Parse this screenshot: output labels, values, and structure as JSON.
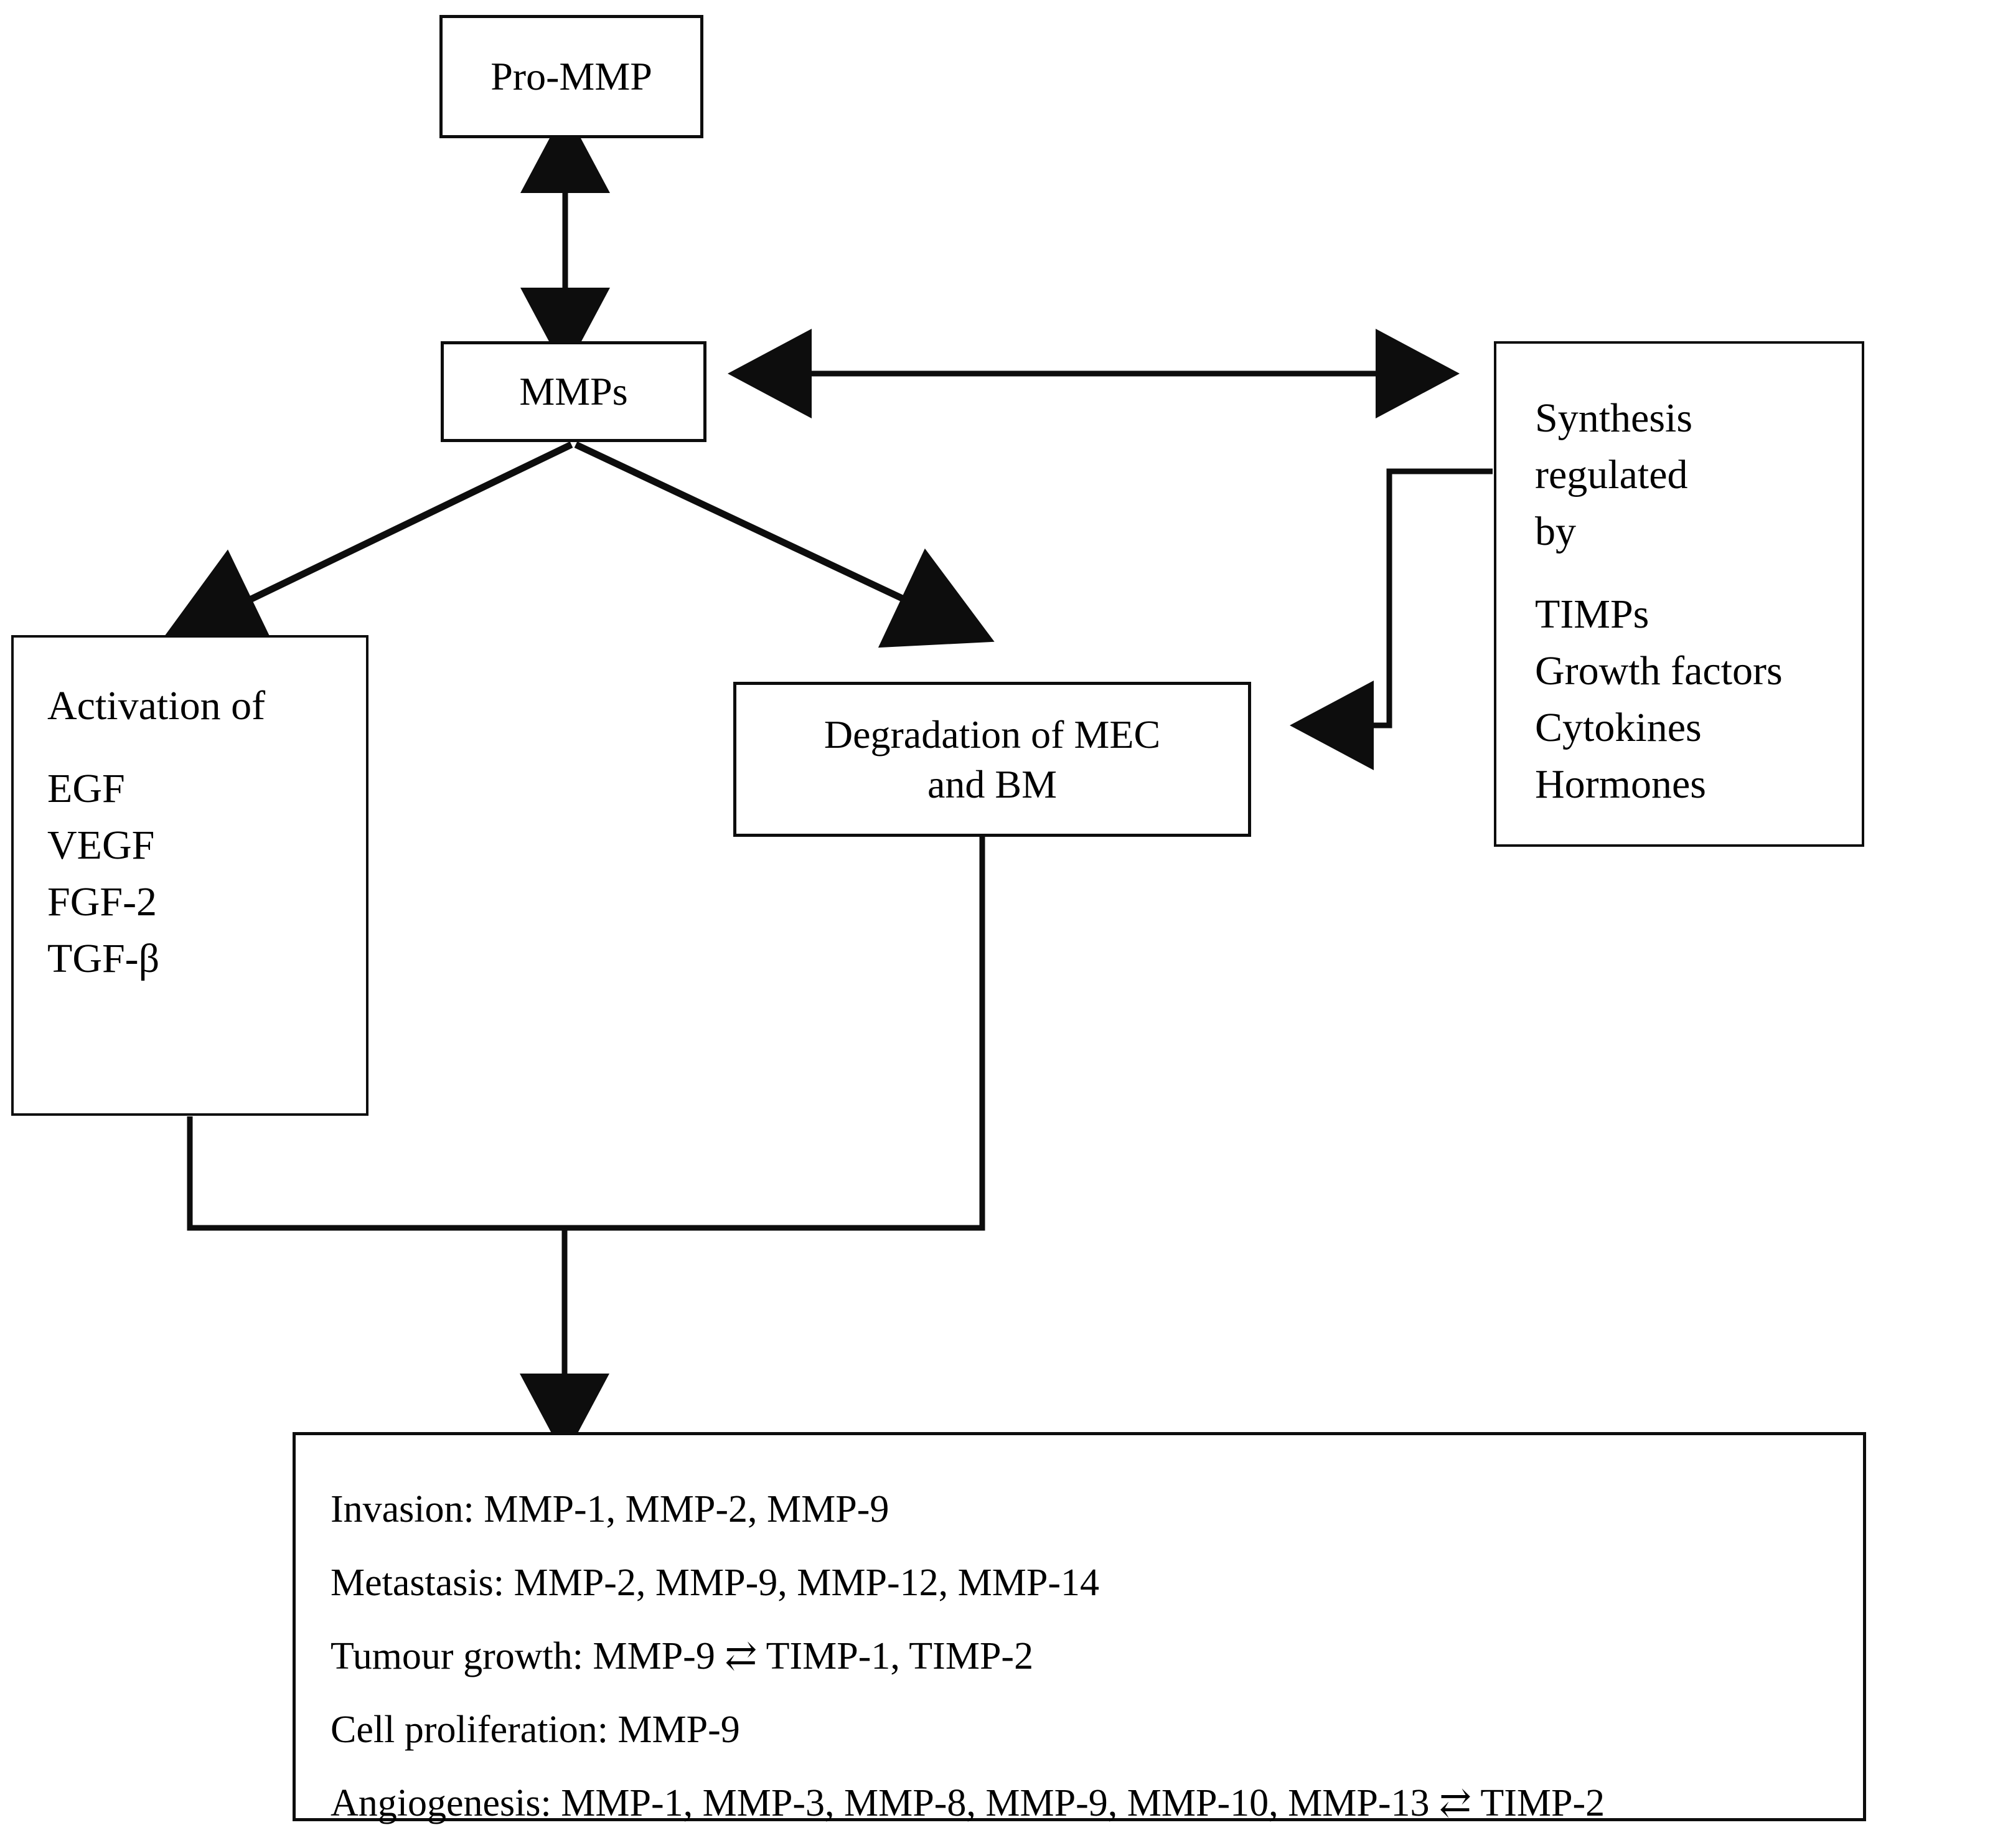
{
  "diagram": {
    "title_nodes": {
      "pro_mmp": "Pro-MMP",
      "mmps": "MMPs",
      "degradation_line1": "Degradation of MEC",
      "degradation_line2": "and BM"
    },
    "activation_box": {
      "heading": "Activation of",
      "items": [
        "EGF",
        "VEGF",
        "FGF-2",
        "TGF-β"
      ]
    },
    "synthesis_box": {
      "heading_line1": "Synthesis regulated",
      "heading_line2": "by",
      "items": [
        "TIMPs",
        "Growth factors",
        "Cytokines",
        "Hormones"
      ]
    },
    "outcomes_box": {
      "lines": [
        "Invasion: MMP-1, MMP-2, MMP-9",
        "Metastasis: MMP-2, MMP-9, MMP-12, MMP-14",
        "Tumour growth: MMP-9 ⇄ TIMP-1, TIMP-2",
        "Cell proliferation: MMP-9",
        "Angiogenesis: MMP-1, MMP-3, MMP-8, MMP-9, MMP-10, MMP-13 ⇄ TIMP-2"
      ]
    },
    "connectors": {
      "pro_mmp_to_mmps": "double-headed-vertical-arrow",
      "mmps_to_synthesis": "double-headed-horizontal-arrow",
      "mmps_to_activation": "diagonal-arrow-left",
      "mmps_to_degradation": "diagonal-arrow-right",
      "synthesis_to_degradation": "bracket-arrow-left",
      "merge_to_outcomes": "merge-arrow-down"
    },
    "colors": {
      "stroke": "#0d0d0d",
      "background": "#ffffff",
      "text": "#000000"
    }
  }
}
